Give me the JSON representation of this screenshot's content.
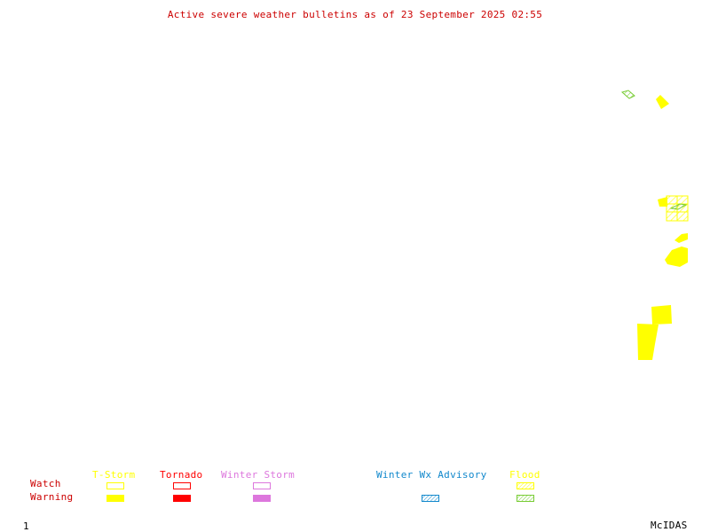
{
  "title": "Active severe weather bulletins as of 23 September 2025 02:55",
  "legend": {
    "rows": [
      {
        "label": "Watch"
      },
      {
        "label": "Warning"
      }
    ],
    "columns": [
      {
        "label": "T-Storm",
        "color": "#ffff00"
      },
      {
        "label": "Tornado",
        "color": "#ff0000"
      },
      {
        "label": "Winter Storm",
        "color": "#dd77dd"
      },
      {
        "label": "Winter Wx Advisory",
        "color": "#1188cc"
      },
      {
        "label": "Flood",
        "color": "#77cc33"
      }
    ],
    "row_color": "#cc0000"
  },
  "footer": {
    "frame_number": "1",
    "software": "McIDAS"
  }
}
